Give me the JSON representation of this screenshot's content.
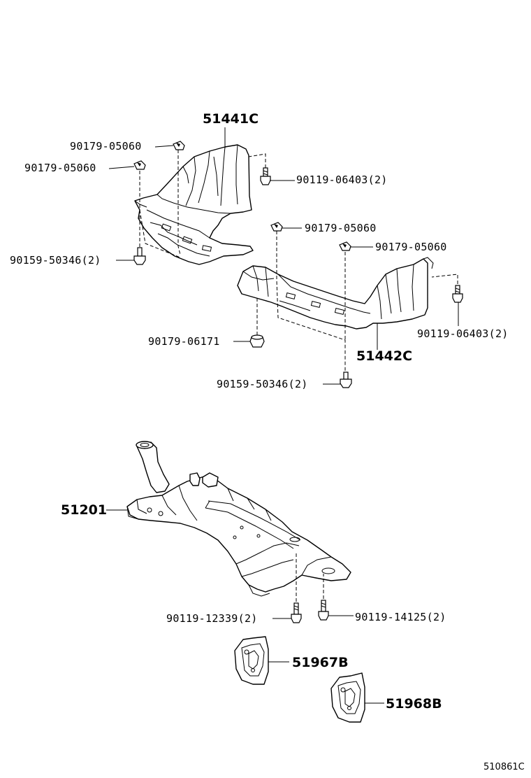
{
  "labels": {
    "p51441c": "51441C",
    "p51442c": "51442C",
    "p51201": "51201",
    "p51967b": "51967B",
    "p51968b": "51968B",
    "clip_a": "90179-05060",
    "clip_b": "90179-05060",
    "clip_c": "90179-05060",
    "clip_d": "90179-05060",
    "bolt_left_top": "90119-06403(2)",
    "bolt_right_top": "90119-06403(2)",
    "screw_left": "90159-50346(2)",
    "screw_bottom": "90159-50346(2)",
    "nut_center": "90179-06171",
    "bolt_member_left": "90119-12339(2)",
    "bolt_member_right": "90119-14125(2)"
  },
  "diagram_id": "510861C"
}
